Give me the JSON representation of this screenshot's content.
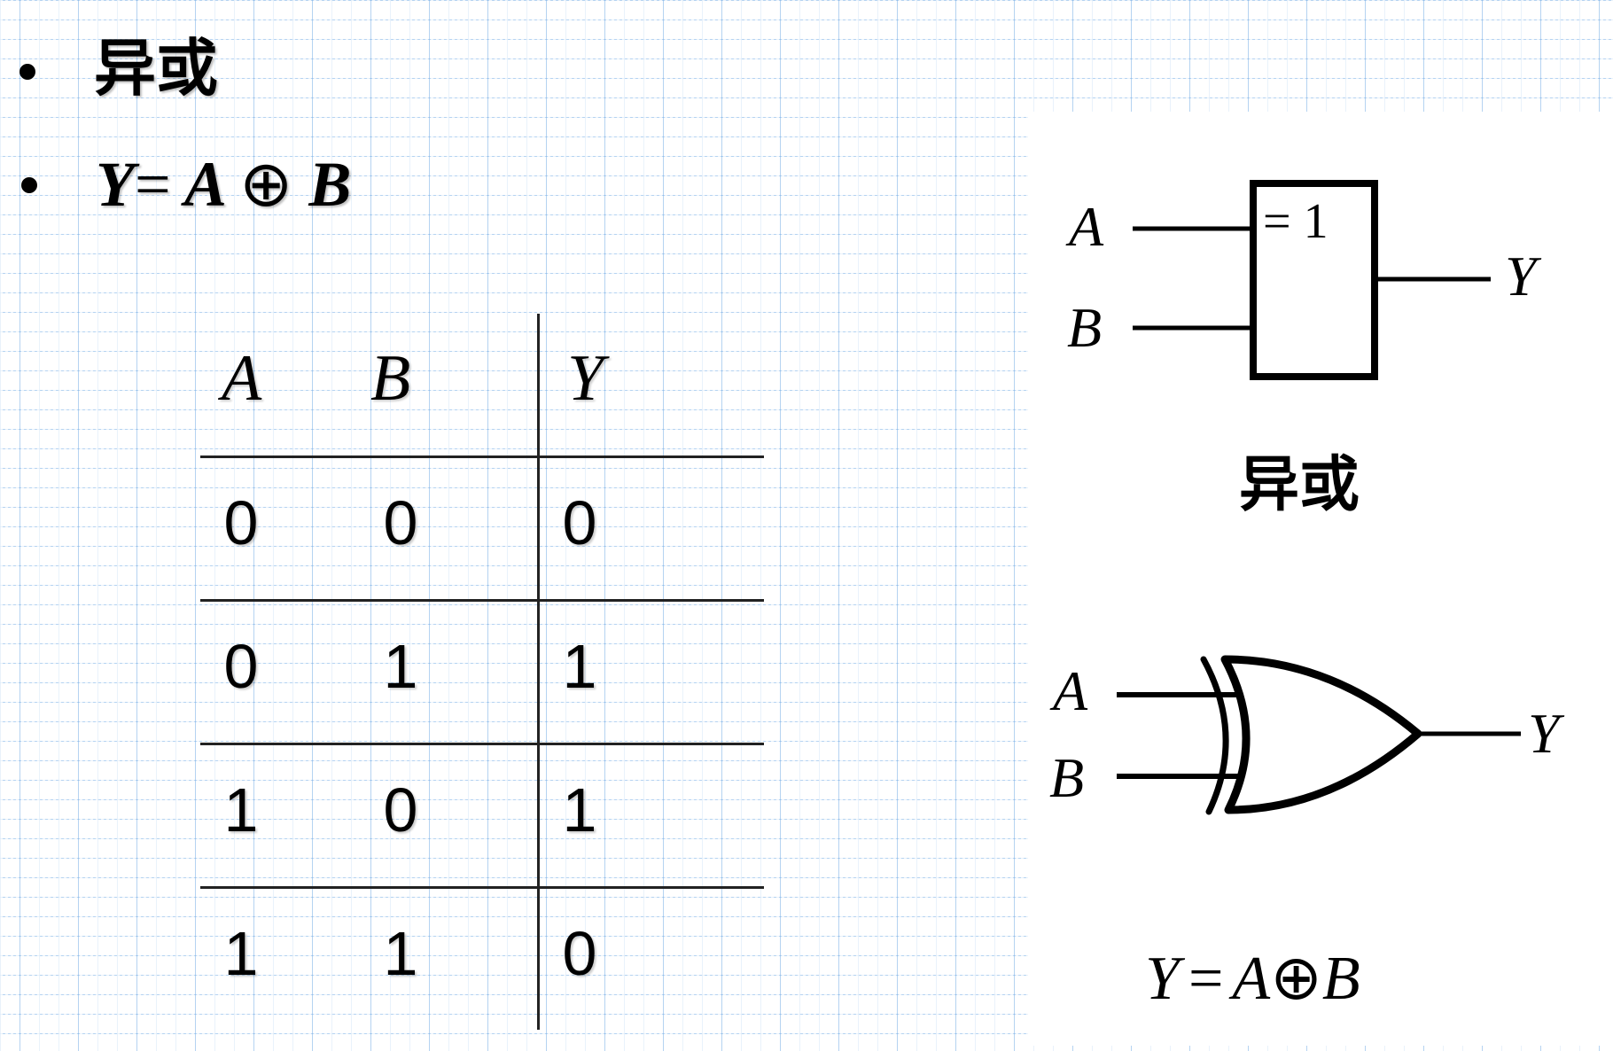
{
  "slide": {
    "bullets": [
      {
        "text": "异或"
      },
      {
        "formula_parts": [
          "Y",
          "=",
          " A ",
          "⊕",
          " B"
        ]
      }
    ]
  },
  "truth_table": {
    "headers": [
      "A",
      "B",
      "Y"
    ],
    "rows": [
      [
        "0",
        "0",
        "0"
      ],
      [
        "0",
        "1",
        "1"
      ],
      [
        "1",
        "0",
        "1"
      ],
      [
        "1",
        "1",
        "0"
      ]
    ]
  },
  "figure": {
    "iec_symbol": {
      "inputs": [
        "A",
        "B"
      ],
      "output": "Y",
      "box_label_eq": "=",
      "box_label_num": "1",
      "caption": "异或"
    },
    "ansi_symbol": {
      "inputs": [
        "A",
        "B"
      ],
      "output": "Y"
    },
    "equation": {
      "y": "Y",
      "eq": "=",
      "a": "A",
      "op": "⊕",
      "b": "B"
    }
  },
  "colors": {
    "grid": "#9cc8f0",
    "ink": "#000000",
    "panel": "#ffffff"
  }
}
